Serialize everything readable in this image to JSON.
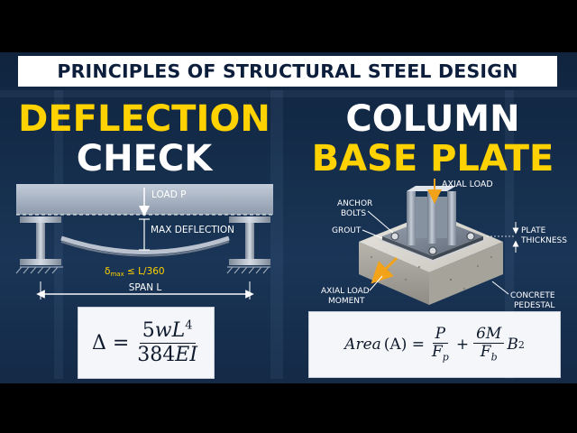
{
  "banner": {
    "title": "PRINCIPLES OF STRUCTURAL STEEL DESIGN"
  },
  "left": {
    "heading_line1": "DEFLECTION",
    "heading_line2": "CHECK",
    "labels": {
      "load": "LOAD P",
      "max_deflection": "MAX DEFLECTION",
      "limit_symbol": "δ",
      "limit_sub": "max",
      "limit_rest": " ≤ L/360",
      "span": "SPAN L"
    },
    "formula": {
      "lhs": "Δ =",
      "numerator_coef": "5",
      "numerator_var": "wL",
      "numerator_exp": "4",
      "denominator_coef": "384",
      "denominator_var": "EI"
    }
  },
  "right": {
    "heading_line1": "COLUMN",
    "heading_line2": "BASE PLATE",
    "labels": {
      "axial_load": "AXIAL LOAD",
      "anchor_bolts_1": "ANCHOR",
      "anchor_bolts_2": "BOLTS",
      "grout": "GROUT",
      "plate_thickness_1": "PLATE",
      "plate_thickness_2": "THICKNESS",
      "moment_1": "AXIAL LOAD",
      "moment_2": "MOMENT",
      "pedestal_1": "CONCRETE",
      "pedestal_2": "PEDESTAL"
    },
    "formula": {
      "lhs_word": "Area",
      "lhs_paren": "(A) =",
      "t1_num": "P",
      "t1_den_var": "F",
      "t1_den_sub": "p",
      "plus": "+",
      "t2_num": "6M",
      "t2_den_var": "F",
      "t2_den_sub": "b",
      "tail_var": "B",
      "tail_exp": "2"
    }
  },
  "colors": {
    "accent_yellow": "#ffd200",
    "navy_text": "#0c1e3c",
    "steel": "#aeb6c2",
    "arrow_orange": "#f2a31a"
  }
}
